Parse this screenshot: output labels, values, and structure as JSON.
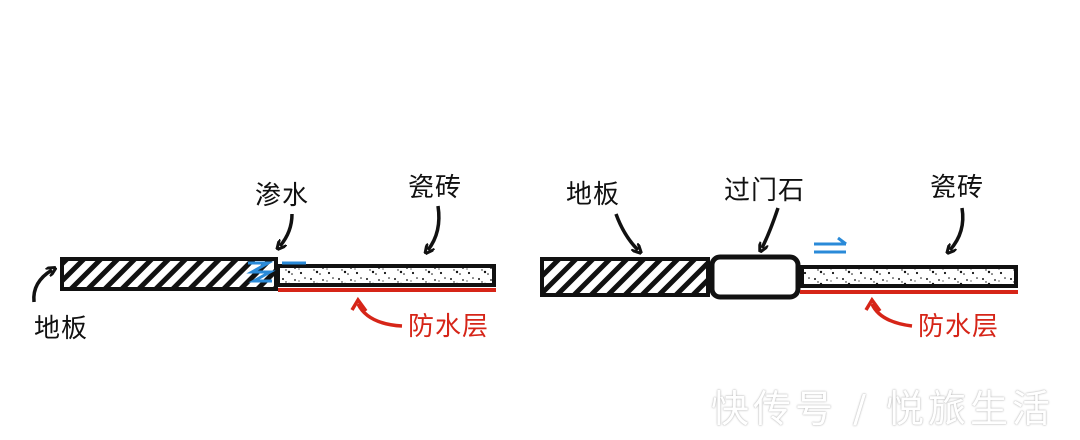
{
  "colors": {
    "ink": "#111111",
    "waterproof_red": "#d62518",
    "water_blue": "#2a8ad8"
  },
  "left_diagram": {
    "wood_floor_label": "地板",
    "water_seepage_label": "渗水",
    "tile_label": "瓷砖",
    "waterproof_layer_label": "防水层"
  },
  "right_diagram": {
    "wood_floor_label": "地板",
    "threshold_stone_label": "过门石",
    "tile_label": "瓷砖",
    "waterproof_layer_label": "防水层"
  },
  "watermark": "快传号 / 悦旅生活"
}
